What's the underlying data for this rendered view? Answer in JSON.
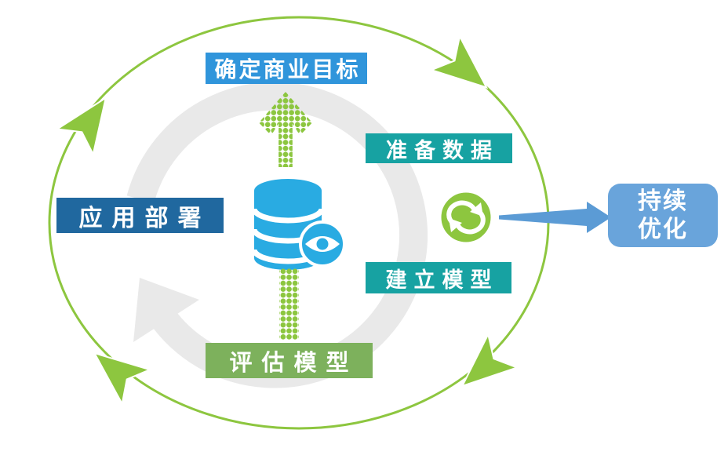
{
  "diagram": {
    "nodes": {
      "define_business_goal": {
        "label": "确定商业目标",
        "color": "#3095DB"
      },
      "prepare_data": {
        "label": "准备数据",
        "color": "#17A2A2"
      },
      "build_model": {
        "label": "建立模型",
        "color": "#17A2A2"
      },
      "evaluate_model": {
        "label": "评估模型",
        "color": "#7DB15C"
      },
      "application_deployment": {
        "label": "应用部署",
        "color": "#20689F"
      },
      "continuous_optimization": {
        "line1": "持续",
        "line2": "优化",
        "color": "#69A4DB"
      }
    },
    "icons": {
      "center": "database-with-eye-icon",
      "right": "refresh-sync-icon",
      "up": "dotted-up-arrow",
      "down": "dotted-down-trail"
    },
    "colors": {
      "cycle_green": "#8DC63F",
      "inner_ring_gray": "#E9E9E9",
      "database_blue": "#29ABE2",
      "connector_blue": "#5B9BD5",
      "background": "#FFFFFF"
    }
  }
}
